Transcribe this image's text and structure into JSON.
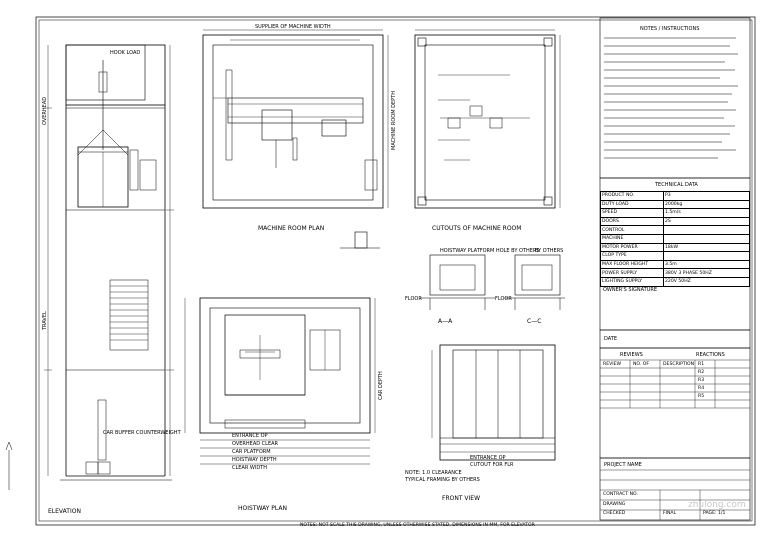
{
  "views": {
    "elevation": {
      "title": "ELEVATION",
      "overhead": "OVERHEAD",
      "travel": "TRAVEL",
      "top_note": "HOOK LOAD",
      "pit_note": "CAR BUFFER COUNTERWEIGHT"
    },
    "machine_room_plan": {
      "title": "MACHINE ROOM PLAN",
      "top_label": "SUPPLIER OF MACHINE WIDTH",
      "right_label": "MACHINE ROOM DEPTH"
    },
    "cutouts": {
      "title": "CUTOUTS OF MACHINE ROOM"
    },
    "sections": {
      "a_a": "A—A",
      "c_c": "C—C",
      "floor": "FLOOR",
      "note": "HOISTWAY PLATFORM HOLE BY OTHERS",
      "note2": "BY OTHERS"
    },
    "hoistway_plan": {
      "title": "HOISTWAY PLAN",
      "dims": [
        "ENTRANCE OP",
        "OVERHEAD CLEAR",
        "CAR PLATFORM",
        "HOISTWAY DEPTH",
        "CLEAR WIDTH",
        "CAR DEPTH"
      ],
      "note1": "NOTE: 1.0 CLEARANCE",
      "note2": "TYPICAL FRAMING BY OTHERS"
    },
    "front_view": {
      "title": "FRONT VIEW",
      "dim1": "ENTRANCE OP",
      "dim2": "CUTOUT FOR FLR"
    }
  },
  "notes": {
    "heading": "NOTES / INSTRUCTIONS"
  },
  "technical_data": {
    "heading": "TECHNICAL DATA",
    "rows": [
      [
        "PRODUCT NO.",
        "P3"
      ],
      [
        "DUTY LOAD",
        "2000kg"
      ],
      [
        "SPEED",
        "1.5m/s"
      ],
      [
        "DOORS",
        "2S"
      ],
      [
        "CONTROL",
        ""
      ],
      [
        "MACHINE",
        ""
      ],
      [
        "MOTOR POWER",
        "18kW"
      ],
      [
        "CLOP TYPE",
        ""
      ],
      [
        "MAX FLOOR HEIGHT",
        "3.5m"
      ],
      [
        "POWER SUPPLY",
        "380V 3 PHASE 50HZ"
      ],
      [
        "LIGHTING SUPPLY",
        "220V 50HZ"
      ]
    ],
    "footer": "OWNER'S SIGNATURE"
  },
  "revisions": {
    "date_label": "DATE",
    "reviews_label": "REVIEWS",
    "reactions_label": "REACTIONS",
    "columns": [
      "REVIEW",
      "NO. OF",
      "DESCRIPTION"
    ],
    "reaction_rows": [
      "R1",
      "R2",
      "R3",
      "R4",
      "R5"
    ]
  },
  "title_block": {
    "project_name": "PROJECT NAME",
    "contract_no": "CONTRACT NO.",
    "drawing": "DRAWING",
    "checked": "CHECKED",
    "final": "FINAL",
    "page": "PAGE: 1/1",
    "bottom_note": "NOTES: NOT SCALE THIS DRAWING, UNLESS OTHERWISE STATED, DIMENSIONS IN MM, FOR ELEVATOR"
  },
  "watermark": "zhulong.com"
}
